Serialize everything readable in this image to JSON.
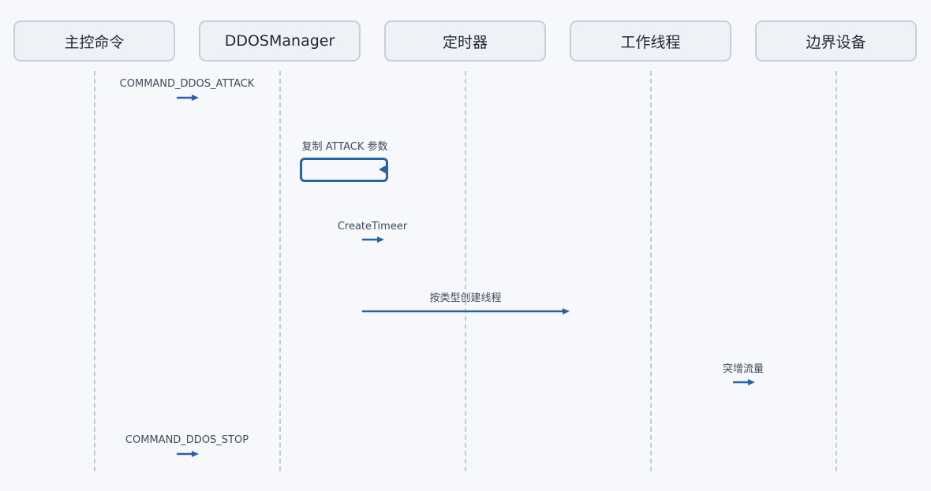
{
  "participants": [
    "主控命令",
    "DDOSManager",
    "定时器",
    "工作线程",
    "边界设备"
  ],
  "messages": [
    {
      "label": "COMMAND_DDOS_ATTACK",
      "from": 0,
      "to": 1
    },
    {
      "label": "复制 ATTACK 参数",
      "from": 1,
      "to": 1,
      "self": true
    },
    {
      "label": "CreateTimeer",
      "from": 1,
      "to": 2
    },
    {
      "label": "按类型创建线程",
      "from": 1,
      "to": 3
    },
    {
      "label": "突增流量",
      "from": 3,
      "to": 4
    },
    {
      "label": "COMMAND_DDOS_STOP",
      "from": 0,
      "to": 1
    }
  ],
  "colors": {
    "arrow": "#2563a6",
    "header_fill": "#eef2f6",
    "header_border": "#c5cfdb",
    "lifeline": "#c2c9d3",
    "background": "#f6f8fb"
  }
}
